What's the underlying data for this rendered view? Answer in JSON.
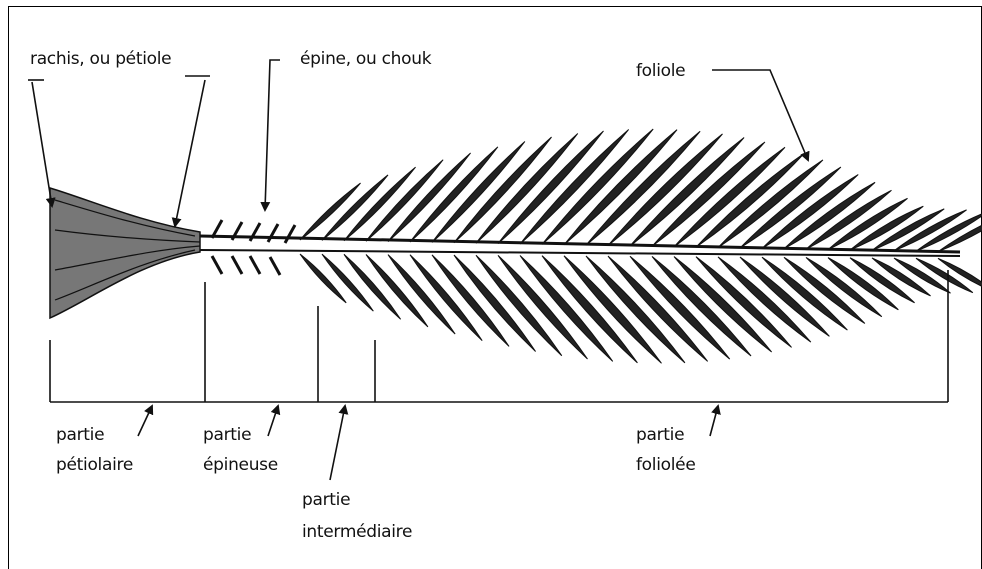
{
  "labels": {
    "rachis": "rachis, ou pétiole",
    "epine": "épine, ou chouk",
    "foliole": "foliole",
    "partie_petiolaire_1": "partie",
    "partie_petiolaire_2": "pétiolaire",
    "partie_epineuse_1": "partie",
    "partie_epineuse_2": "épineuse",
    "partie_intermediaire_1": "partie",
    "partie_intermediaire_2": "intermédiaire",
    "partie_foliolee_1": "partie",
    "partie_foliolee_2": "foliolée"
  },
  "colors": {
    "ink": "#111111",
    "background": "#ffffff"
  }
}
